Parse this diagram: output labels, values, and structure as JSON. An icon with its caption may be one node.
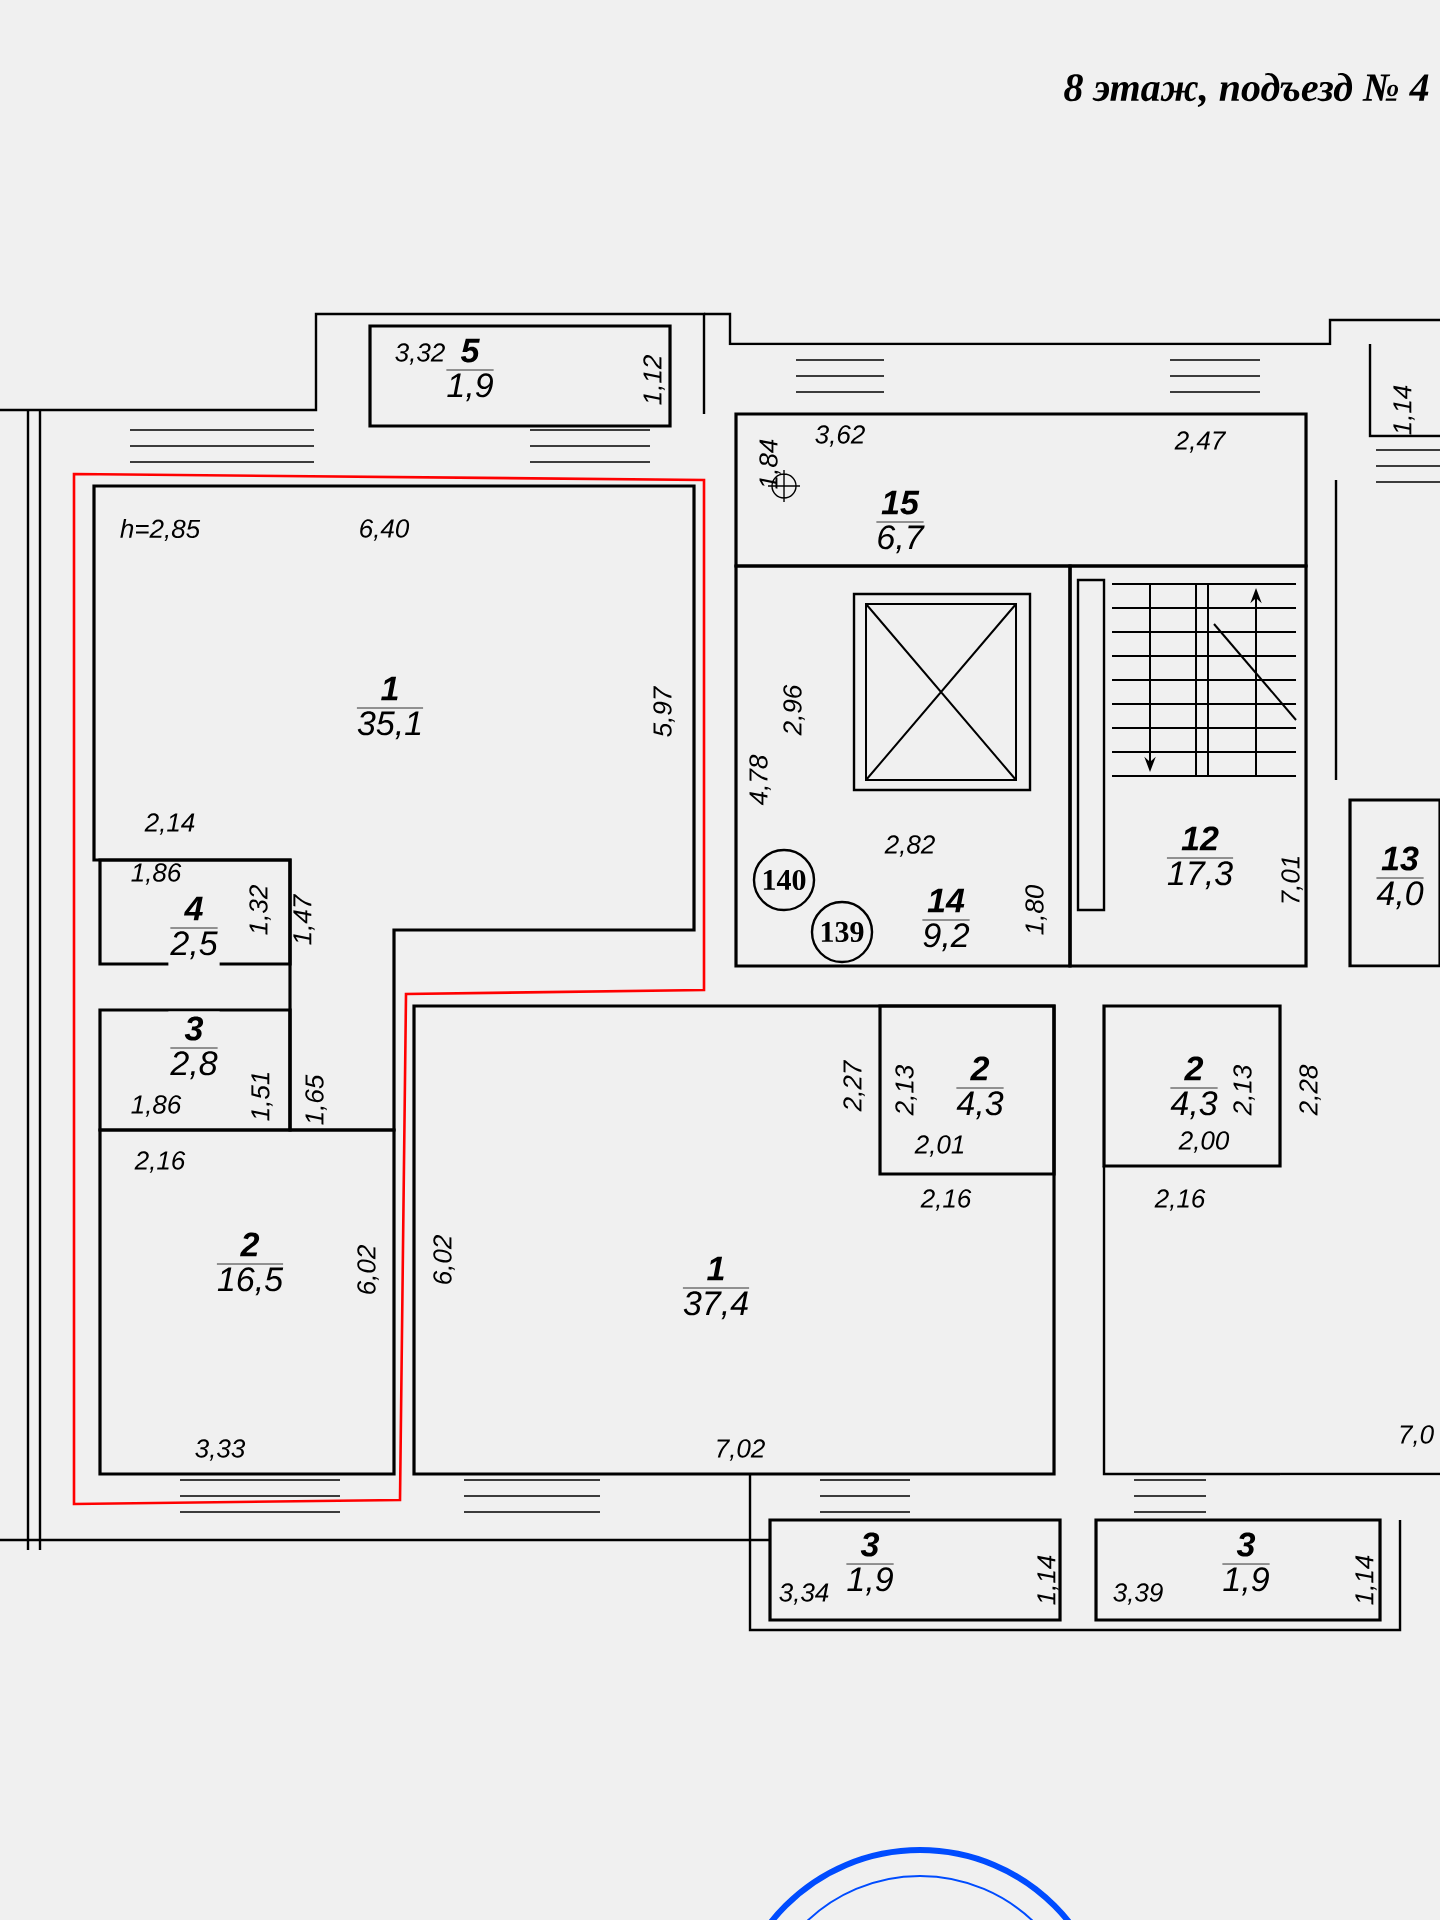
{
  "diagram": {
    "title": "8 этаж, подъезд № 4",
    "nodes": [
      {
        "text": [
          "1",
          "35,1"
        ]
      },
      {
        "text": [
          "5",
          "1,9"
        ]
      },
      {
        "text": [
          "15",
          "6,7"
        ]
      },
      {
        "text": [
          "12",
          "17,3"
        ]
      },
      {
        "text": [
          "14",
          "9,2"
        ]
      },
      {
        "text": [
          "140"
        ],
        "in": 4
      },
      {
        "text": [
          "139"
        ],
        "in": 4
      },
      {
        "text": [
          "13",
          "4,0"
        ]
      },
      {
        "text": [
          "4",
          "2,5"
        ]
      },
      {
        "text": [
          "3",
          "2,8"
        ]
      },
      {
        "text": [
          "2",
          "16,5"
        ]
      },
      {
        "text": [
          "1",
          "37,4"
        ]
      },
      {
        "text": [
          "2",
          "4,3"
        ],
        "in": 11
      },
      {
        "text": [
          "2",
          "4,3"
        ]
      },
      {
        "text": [
          "3",
          "1,9"
        ]
      },
      {
        "text": [
          "3",
          "1,9"
        ]
      }
    ],
    "labels": [
      "h=2,85",
      "6,40",
      "3,32",
      "1,12",
      "1,84",
      "3,62",
      "2,47",
      "1,14",
      "5,97",
      "2,96",
      "4,78",
      "7,01",
      "2,14",
      "2,82",
      "1,86",
      "1,32",
      "1,47",
      "1,80",
      "1,86",
      "1,51",
      "1,65",
      "2,27",
      "2,13",
      "2,13",
      "2,28",
      "2,01",
      "2,00",
      "2,16",
      "2,16",
      "2,16",
      "6,02",
      "6,02",
      "3,33",
      "7,02",
      "7,0",
      "3,34",
      "1,14",
      "3,39",
      "1,14"
    ]
  }
}
